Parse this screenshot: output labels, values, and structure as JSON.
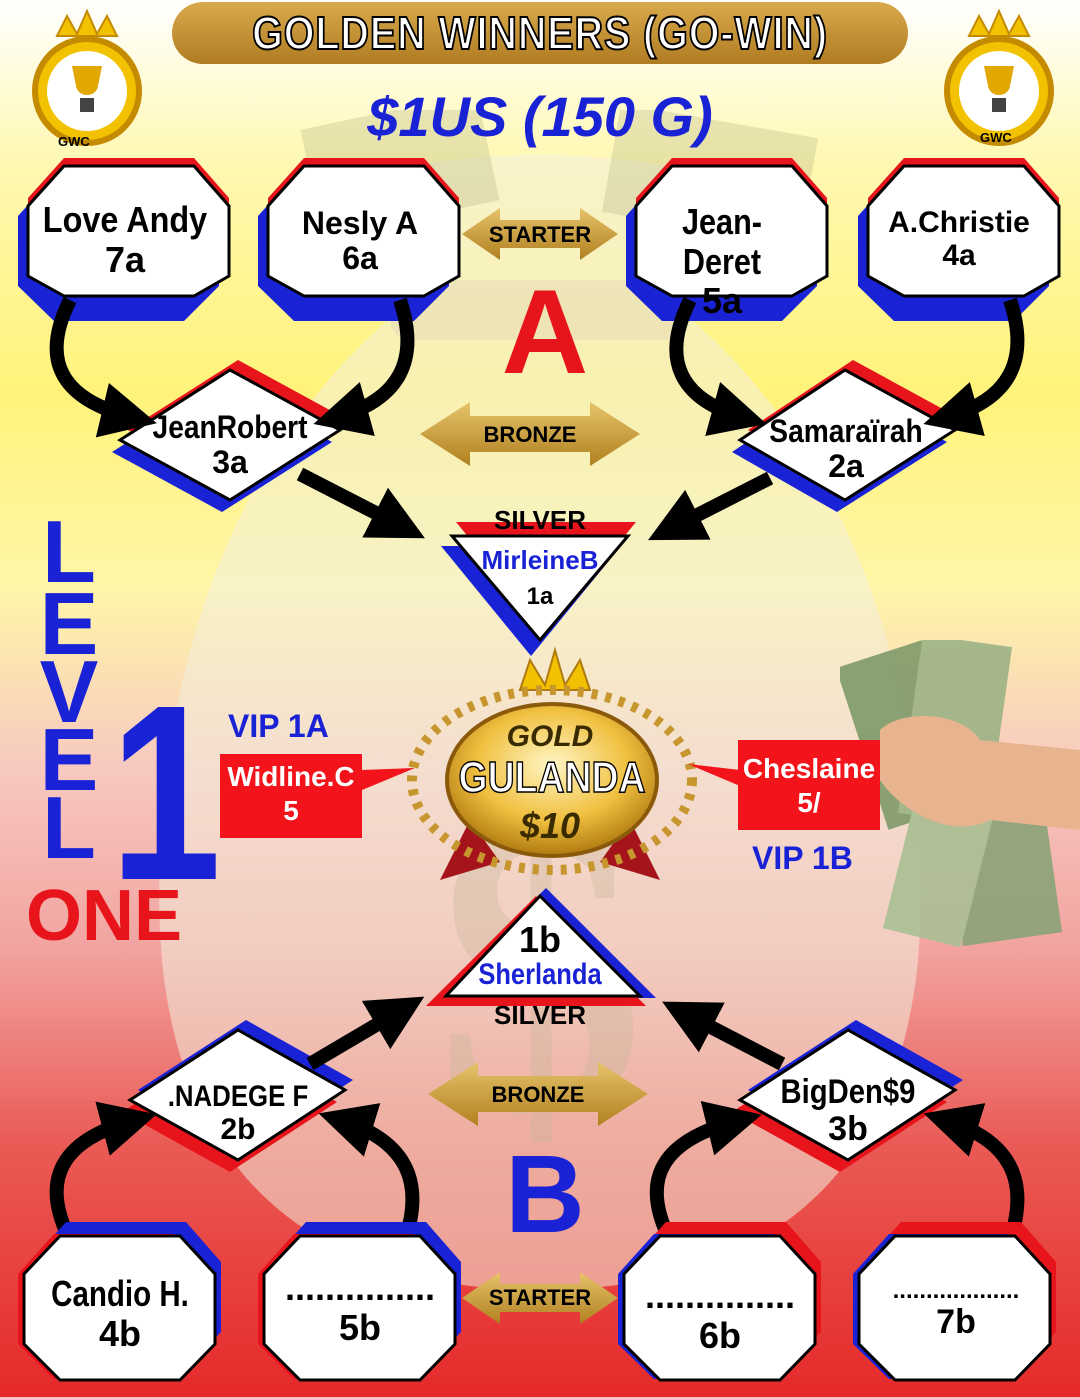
{
  "header": {
    "title": "GOLDEN  WINNERS (GO-WIN)",
    "subtitle": "$1US (150 G)",
    "badge_left": "GWC",
    "badge_right": "GWC"
  },
  "group_a": {
    "letter": "A",
    "starter_label": "STARTER",
    "bronze_label": "BRONZE",
    "starters": [
      {
        "name": "Love Andy",
        "code": "7a"
      },
      {
        "name": "Nesly A",
        "code": "6a"
      },
      {
        "name": "Jean-Deret",
        "code": "5a"
      },
      {
        "name": "A.Christie",
        "code": "4a"
      }
    ],
    "bronze": [
      {
        "name": "JeanRobert",
        "code": "3a"
      },
      {
        "name": "Samaraïrah",
        "code": "2a"
      }
    ],
    "silver": {
      "label": "SILVER",
      "name": "MirleineB",
      "code": "1a"
    }
  },
  "gold": {
    "label": "GOLD",
    "name": "GULANDA",
    "amount": "$10"
  },
  "vip": {
    "left": {
      "label": "VIP 1A",
      "name": "Widline.C",
      "code": "5"
    },
    "right": {
      "label": "VIP 1B",
      "name": "Cheslaine",
      "code": "5/"
    }
  },
  "level": {
    "letters": [
      "L",
      "E",
      "V",
      "E",
      "L"
    ],
    "number": "1",
    "word": "ONE"
  },
  "group_b": {
    "letter": "B",
    "starter_label": "STARTER",
    "bronze_label": "BRONZE",
    "silver": {
      "label": "SILVER",
      "name": "Sherlanda",
      "code": "1b"
    },
    "bronze": [
      {
        "name": ".NADEGE F",
        "code": "2b"
      },
      {
        "name": "BigDen$9",
        "code": "3b"
      }
    ],
    "starters": [
      {
        "name": "Candio H.",
        "code": "4b"
      },
      {
        "name": "...............",
        "code": "5b"
      },
      {
        "name": "...............",
        "code": "6b"
      },
      {
        "name": "...................",
        "code": "7b"
      }
    ]
  },
  "colors": {
    "red": "#e8141c",
    "blue": "#1a22d6",
    "gold": "#c8962e",
    "black": "#000000"
  }
}
